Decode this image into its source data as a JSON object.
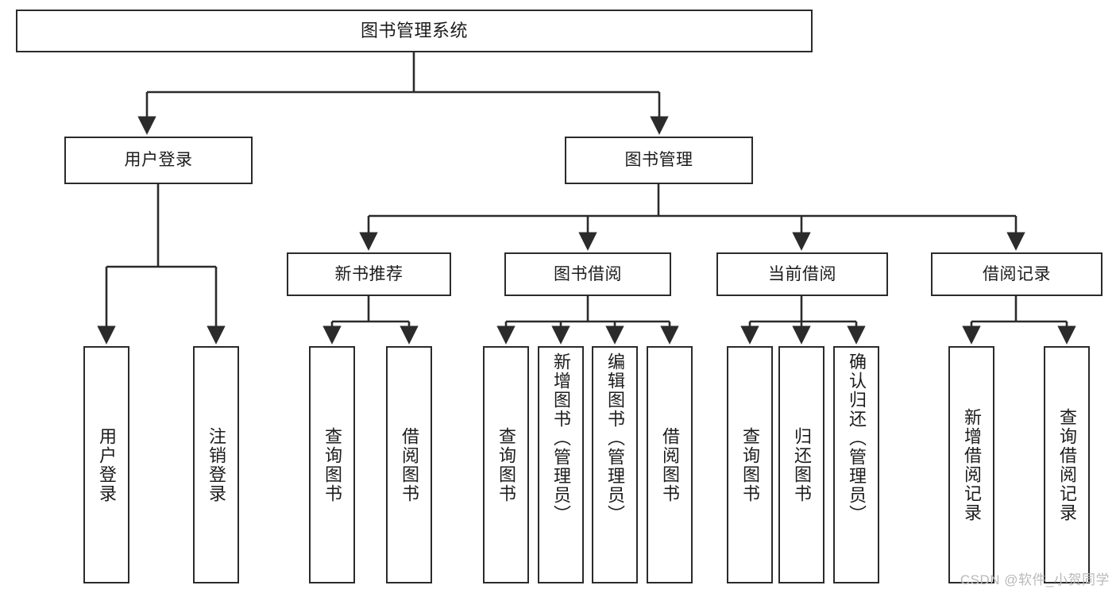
{
  "diagram": {
    "kind": "functional-structure-tree",
    "title": "图书管理系统",
    "watermark": "CSDN @软件_小贺同学",
    "colors": {
      "stroke": "#2b2b2b",
      "fill": "#ffffff",
      "text": "#1c1c1c",
      "watermark": "#b9b9b9",
      "background": "#ffffff"
    },
    "nodes": {
      "root": {
        "label": "图书管理系统",
        "orientation": "horizontal",
        "level": 0
      },
      "level1": [
        {
          "id": "user-login",
          "label": "用户登录",
          "orientation": "horizontal"
        },
        {
          "id": "book-management",
          "label": "图书管理",
          "orientation": "horizontal"
        }
      ],
      "level2": [
        {
          "id": "new-book-recommend",
          "label": "新书推荐",
          "orientation": "horizontal"
        },
        {
          "id": "book-borrow",
          "label": "图书借阅",
          "orientation": "horizontal"
        },
        {
          "id": "current-borrow",
          "label": "当前借阅",
          "orientation": "horizontal"
        },
        {
          "id": "borrow-record",
          "label": "借阅记录",
          "orientation": "horizontal"
        }
      ],
      "leaves": {
        "user-login": [
          {
            "id": "leaf-user-login",
            "label": "用户登录",
            "orientation": "vertical"
          },
          {
            "id": "leaf-logout-login",
            "label": "注销登录",
            "orientation": "vertical"
          }
        ],
        "new-book-recommend": [
          {
            "id": "leaf-query-book-1",
            "label": "查询图书",
            "orientation": "vertical"
          },
          {
            "id": "leaf-borrow-book-1",
            "label": "借阅图书",
            "orientation": "vertical"
          }
        ],
        "book-borrow": [
          {
            "id": "leaf-query-book-2",
            "label": "查询图书",
            "orientation": "vertical"
          },
          {
            "id": "leaf-add-book-admin",
            "label": "新增图书（管理员）",
            "orientation": "vertical"
          },
          {
            "id": "leaf-edit-book-admin",
            "label": "编辑图书（管理员）",
            "orientation": "vertical"
          },
          {
            "id": "leaf-borrow-book-2",
            "label": "借阅图书",
            "orientation": "vertical"
          }
        ],
        "current-borrow": [
          {
            "id": "leaf-query-book-3",
            "label": "查询图书",
            "orientation": "vertical"
          },
          {
            "id": "leaf-return-book",
            "label": "归还图书",
            "orientation": "vertical"
          },
          {
            "id": "leaf-confirm-return-admin",
            "label": "确认归还（管理员）",
            "orientation": "vertical"
          }
        ],
        "borrow-record": [
          {
            "id": "leaf-add-borrow-record",
            "label": "新增借阅记录",
            "orientation": "vertical"
          },
          {
            "id": "leaf-query-borrow-record",
            "label": "查询借阅记录",
            "orientation": "vertical"
          }
        ]
      }
    }
  }
}
